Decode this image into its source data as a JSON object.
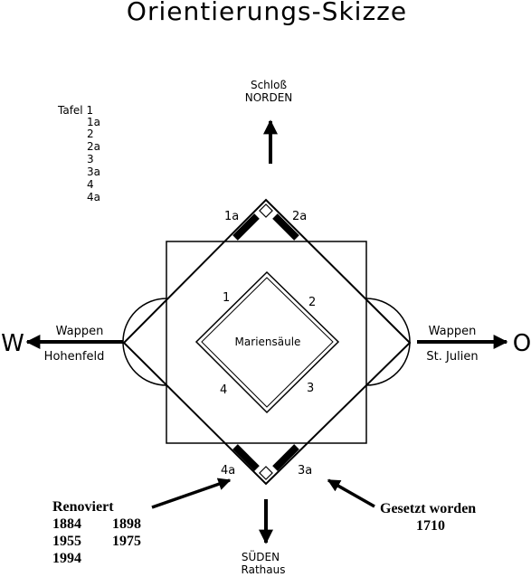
{
  "title": "Orientierungs-Skizze",
  "north": {
    "line1": "Schloß",
    "line2": "NORDEN"
  },
  "south": {
    "line1": "SÜDEN",
    "line2": "Rathaus"
  },
  "west": {
    "letter": "W",
    "line1": "Wappen",
    "line2": "Hohenfeld"
  },
  "east": {
    "letter": "O",
    "line1": "Wappen",
    "line2": "St. Julien"
  },
  "legend": {
    "items": [
      "Tafel 1",
      "1a",
      "2",
      "2a",
      "3",
      "3a",
      "4",
      "4a"
    ]
  },
  "plates": {
    "outer": [
      "1a",
      "2a",
      "3a",
      "4a"
    ],
    "inner": [
      "1",
      "2",
      "3",
      "4"
    ]
  },
  "center_label": "Mariensäule",
  "renoviert": {
    "heading": "Renoviert",
    "years": [
      "1884",
      "1898",
      "1955",
      "1975",
      "1994"
    ]
  },
  "gesetzt": {
    "heading": "Gesetzt worden",
    "year": "1710"
  }
}
